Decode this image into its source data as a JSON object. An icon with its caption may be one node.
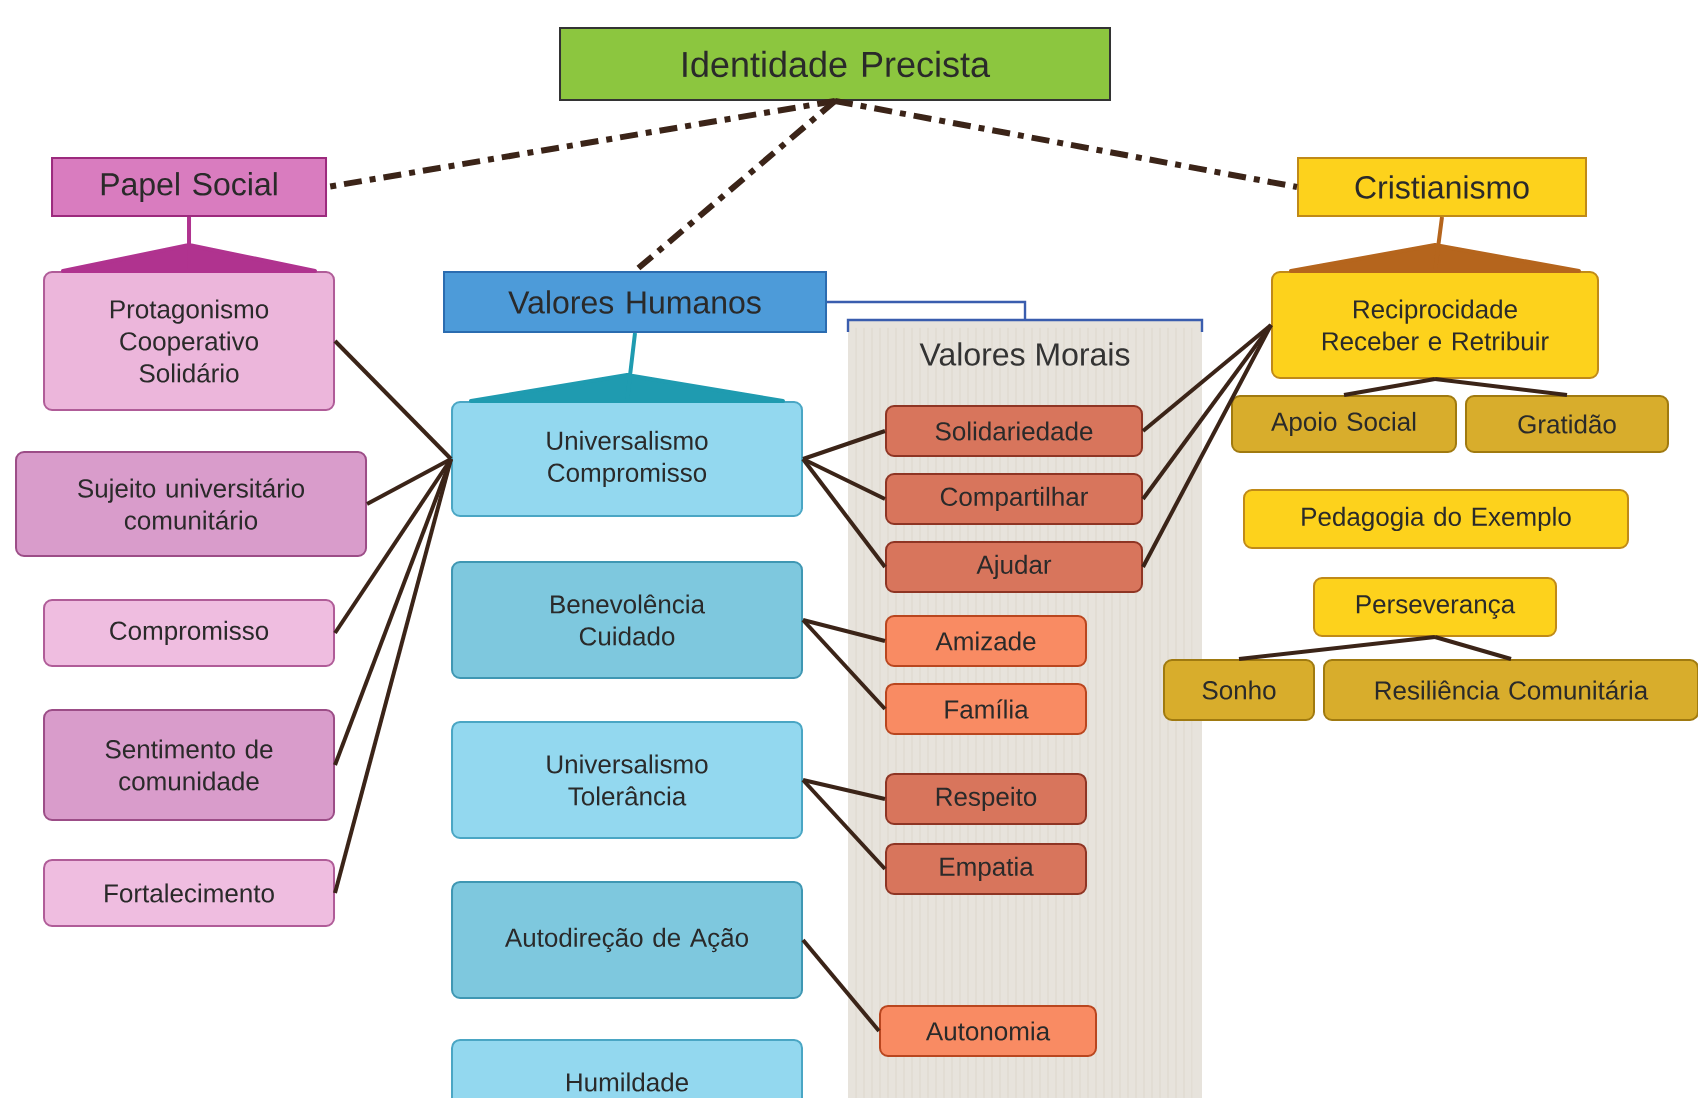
{
  "diagram": {
    "nodes": [
      {
        "text": [
          "Identidade Precista"
        ]
      },
      {
        "text": [
          "Papel Social"
        ]
      },
      {
        "text": [
          "Protagonismo Cooperativo Solidário"
        ]
      },
      {
        "text": [
          "Sujeito universitário comunitário"
        ]
      },
      {
        "text": [
          "Compromisso"
        ]
      },
      {
        "text": [
          "Sentimento de comunidade"
        ]
      },
      {
        "text": [
          "Fortalecimento"
        ]
      },
      {
        "text": [
          "Valores Humanos"
        ]
      },
      {
        "text": [
          "Universalismo Compromisso"
        ]
      },
      {
        "text": [
          "Benevolência Cuidado"
        ]
      },
      {
        "text": [
          "Universalismo Tolerância"
        ]
      },
      {
        "text": [
          "Autodireção de Ação"
        ]
      },
      {
        "text": [
          "Humildade"
        ]
      },
      {
        "text": [
          "Valores Morais"
        ]
      },
      {
        "text": [
          "Solidariedade"
        ],
        "in": 13
      },
      {
        "text": [
          "Compartilhar"
        ],
        "in": 13
      },
      {
        "text": [
          "Ajudar"
        ],
        "in": 13
      },
      {
        "text": [
          "Amizade"
        ],
        "in": 13
      },
      {
        "text": [
          "Família"
        ],
        "in": 13
      },
      {
        "text": [
          "Respeito"
        ],
        "in": 13
      },
      {
        "text": [
          "Empatia"
        ],
        "in": 13
      },
      {
        "text": [
          "Autonomia"
        ],
        "in": 13
      },
      {
        "text": [
          "Cristianismo"
        ]
      },
      {
        "text": [
          "Reciprocidade Receber e Retribuir"
        ]
      },
      {
        "text": [
          "Apoio Social"
        ]
      },
      {
        "text": [
          "Gratidão"
        ]
      },
      {
        "text": [
          "Pedagogia do Exemplo"
        ]
      },
      {
        "text": [
          "Perseverança"
        ]
      },
      {
        "text": [
          "Sonho"
        ]
      },
      {
        "text": [
          "Resiliência Comunitária"
        ]
      }
    ],
    "edges": [
      {
        "from": 0,
        "to": 1,
        "arrow": "none",
        "style": "dashed"
      },
      {
        "from": 0,
        "to": 7,
        "arrow": "none",
        "style": "dashed"
      },
      {
        "from": 0,
        "to": 22,
        "arrow": "none",
        "style": "dashed"
      },
      {
        "from": 1,
        "to": 2,
        "arrow": "none",
        "color": "#b0338f"
      },
      {
        "from": 7,
        "to": 8,
        "arrow": "none",
        "color": "#1f9bb0"
      },
      {
        "from": 22,
        "to": 23,
        "arrow": "none",
        "color": "#b5651d"
      },
      {
        "from": 7,
        "to": 13,
        "arrow": "none",
        "color": "#3a5dae"
      },
      {
        "from": 8,
        "to": 2,
        "arrow": "none"
      },
      {
        "from": 8,
        "to": 3,
        "arrow": "none"
      },
      {
        "from": 8,
        "to": 4,
        "arrow": "none"
      },
      {
        "from": 8,
        "to": 5,
        "arrow": "none"
      },
      {
        "from": 8,
        "to": 6,
        "arrow": "none"
      },
      {
        "from": 8,
        "to": 14,
        "arrow": "none"
      },
      {
        "from": 8,
        "to": 15,
        "arrow": "none"
      },
      {
        "from": 8,
        "to": 16,
        "arrow": "none"
      },
      {
        "from": 9,
        "to": 17,
        "arrow": "none"
      },
      {
        "from": 9,
        "to": 18,
        "arrow": "none"
      },
      {
        "from": 10,
        "to": 19,
        "arrow": "none"
      },
      {
        "from": 10,
        "to": 20,
        "arrow": "none"
      },
      {
        "from": 11,
        "to": 21,
        "arrow": "none"
      },
      {
        "from": 23,
        "to": 14,
        "arrow": "none"
      },
      {
        "from": 23,
        "to": 15,
        "arrow": "none"
      },
      {
        "from": 23,
        "to": 16,
        "arrow": "none"
      },
      {
        "from": 23,
        "to": 24,
        "arrow": "none"
      },
      {
        "from": 23,
        "to": 25,
        "arrow": "none"
      },
      {
        "from": 27,
        "to": 28,
        "arrow": "none"
      },
      {
        "from": 27,
        "to": 29,
        "arrow": "none"
      }
    ]
  }
}
